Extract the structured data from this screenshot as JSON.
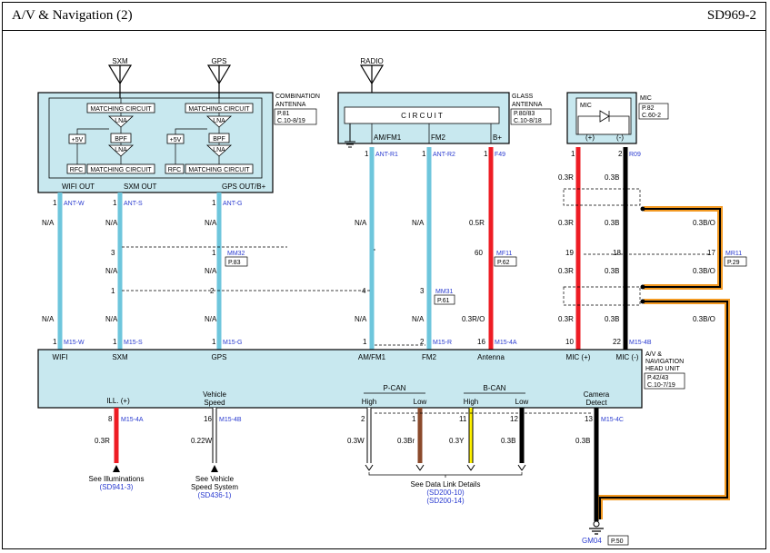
{
  "header": {
    "title": "A/V & Navigation (2)",
    "code": "SD969-2"
  },
  "colors": {
    "lightblue": "#6ec6dc",
    "red": "#ee1c24",
    "black": "#000000",
    "orange": "#f39a23",
    "brown": "#8b4a2b",
    "yellow": "#fff200",
    "white": "#ffffff",
    "box_fill": "#c8e8ef",
    "blue_text": "#2a3bd0"
  },
  "combination_antenna": {
    "label_line1": "COMBINATION",
    "label_line2": "ANTENNA",
    "ref1": "P.81",
    "ref2": "C.10-8/19",
    "sxm": "SXM",
    "gps": "GPS",
    "matching": "MATCHING CIRCUIT",
    "lna": "LNA",
    "bpf": "BPF",
    "plus5v": "+5V",
    "rfc": "RFC",
    "wifi_out": "WIFI OUT",
    "sxm_out": "SXM OUT",
    "gps_out": "GPS OUT/B+"
  },
  "glass_antenna": {
    "label_line1": "GLASS",
    "label_line2": "ANTENNA",
    "ref1": "P.80/83",
    "ref2": "C.10-8/18",
    "radio": "RADIO",
    "circuit": "C I R C U I T",
    "amfm1": "AM/FM1",
    "fm2": "FM2",
    "bplus": "B+"
  },
  "mic": {
    "title": "MIC",
    "label": "MIC",
    "ref1": "P.82",
    "ref2": "C.60-2",
    "plus": "(+)",
    "minus": "(-)"
  },
  "head_unit": {
    "label_lines": [
      "A/V &",
      "NAVIGATION",
      "HEAD UNIT"
    ],
    "ref1": "P.42/43",
    "ref2": "C.10-7/19",
    "pins_top": [
      "WIFI",
      "SXM",
      "GPS",
      "AM/FM1",
      "FM2",
      "Antenna",
      "MIC (+)",
      "MIC (-)"
    ],
    "ill": "ILL. (+)",
    "vehicle_speed_1": "Vehicle",
    "vehicle_speed_2": "Speed",
    "pcan": "P-CAN",
    "bcan": "B-CAN",
    "high": "High",
    "low": "Low",
    "camera_1": "Camera",
    "camera_2": "Detect"
  },
  "connectors": {
    "ant1w": "ANT-W",
    "ant1s": "ANT-S",
    "ant1g": "ANT-G",
    "ant1r1": "ANT-R1",
    "ant1r2": "ANT-R2",
    "f49": "F49",
    "r09": "R09",
    "mm32": "MM32",
    "mm31": "MM31",
    "mf11": "MF11",
    "mr11": "MR11",
    "p83": "P.83",
    "p61": "P.61",
    "p62": "P.62",
    "p29": "P.29",
    "m15w": "M15-W",
    "m15s": "M15-S",
    "m15g": "M15-G",
    "m15r": "M15-R",
    "m154a": "M15-4A",
    "m154b": "M15-4B",
    "m154c": "M15-4C",
    "gm04": "GM04",
    "p50": "P.50"
  },
  "pins": {
    "p1": "1",
    "p2": "2",
    "p3": "3",
    "p4": "4",
    "p8": "8",
    "p10": "10",
    "p11": "11",
    "p12": "12",
    "p13": "13",
    "p16": "16",
    "p17": "17",
    "p18": "18",
    "p19": "19",
    "p22": "22",
    "p60": "60"
  },
  "wires": {
    "na": "N/A",
    "r05": "0.5R",
    "r03o": "0.3R/O",
    "r03": "0.3R",
    "b03": "0.3B",
    "bo03": "0.3B/O",
    "w022": "0.22W",
    "w03": "0.3W",
    "br03": "0.3Br",
    "y03": "0.3Y"
  },
  "notes": {
    "illum_1": "See Illuminations",
    "illum_2": "(SD941-3)",
    "speed_1": "See Vehicle",
    "speed_2": "Speed System",
    "speed_3": "(SD436-1)",
    "dl_1": "See Data Link Details",
    "dl_2": "(SD200-10)",
    "dl_3": "(SD200-14)"
  }
}
